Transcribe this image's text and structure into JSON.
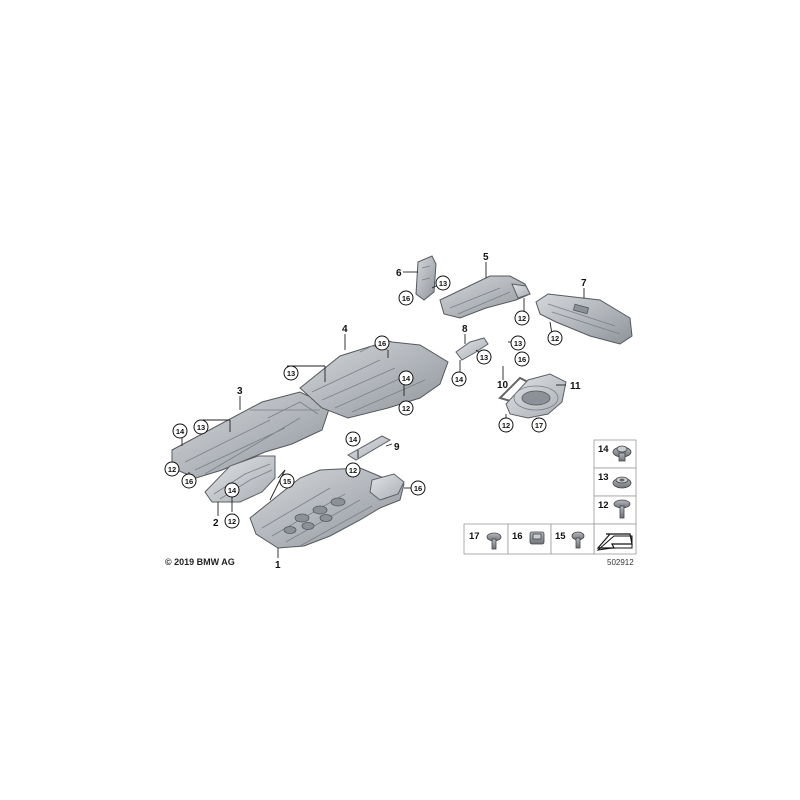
{
  "copyright": "© 2019 BMW AG",
  "diagram_id": "502912",
  "callouts": {
    "c1": "1",
    "c2": "2",
    "c3": "3",
    "c4": "4",
    "c5": "5",
    "c6": "6",
    "c7": "7",
    "c8": "8",
    "c9": "9",
    "c10": "10",
    "c11": "11"
  },
  "sub_callouts": {
    "s12": "12",
    "s13": "13",
    "s14": "14",
    "s15": "15",
    "s16": "16",
    "s17": "17"
  },
  "legend": {
    "item14": "14",
    "item13": "13",
    "item12": "12",
    "item17": "17",
    "item16": "16",
    "item15": "15"
  }
}
